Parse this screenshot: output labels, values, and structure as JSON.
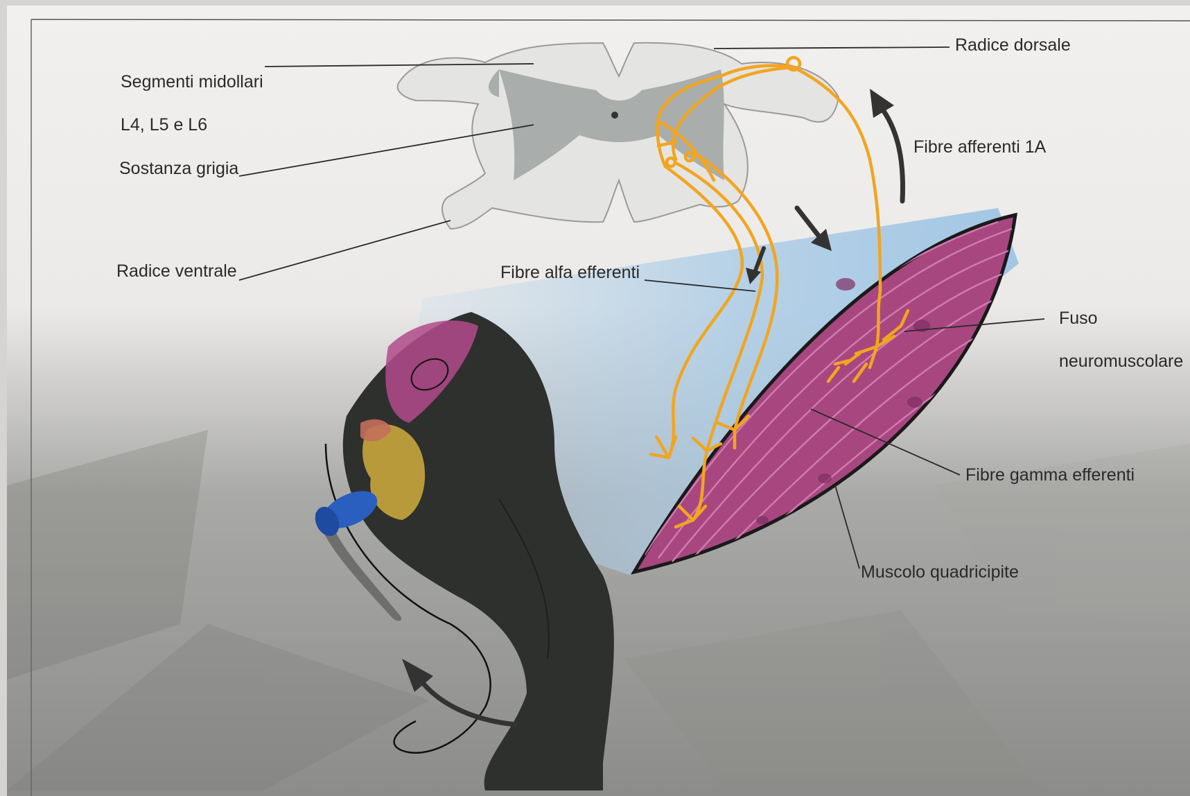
{
  "labels": {
    "segmenti_line1": "Segmenti midollari",
    "segmenti_line2": "L4, L5 e L6",
    "sostanza_grigia": "Sostanza grigia",
    "radice_ventrale": "Radice ventrale",
    "radice_dorsale": "Radice dorsale",
    "fibre_afferenti": "Fibre afferenti 1A",
    "fibre_alfa": "Fibre alfa efferenti",
    "fuso_line1": "Fuso",
    "fuso_line2": "neuromuscolare",
    "fibre_gamma": "Fibre gamma efferenti",
    "muscolo": "Muscolo quadricipite"
  },
  "colors": {
    "page_background": "#ecebe9",
    "spinal_cord_white_matter": "#e4e4e2",
    "spinal_cord_grey_matter": "#a9adab",
    "nerve_fibers": "#f2a51f",
    "muscle": "#a8477f",
    "muscle_stripes": "#d07bb0",
    "light_cone": "#a9cbe6",
    "leg": "#2e302e",
    "knee_joint": "#b99a3a",
    "reflex_hammer": "#2a5fc0",
    "arrows": "#333333"
  }
}
